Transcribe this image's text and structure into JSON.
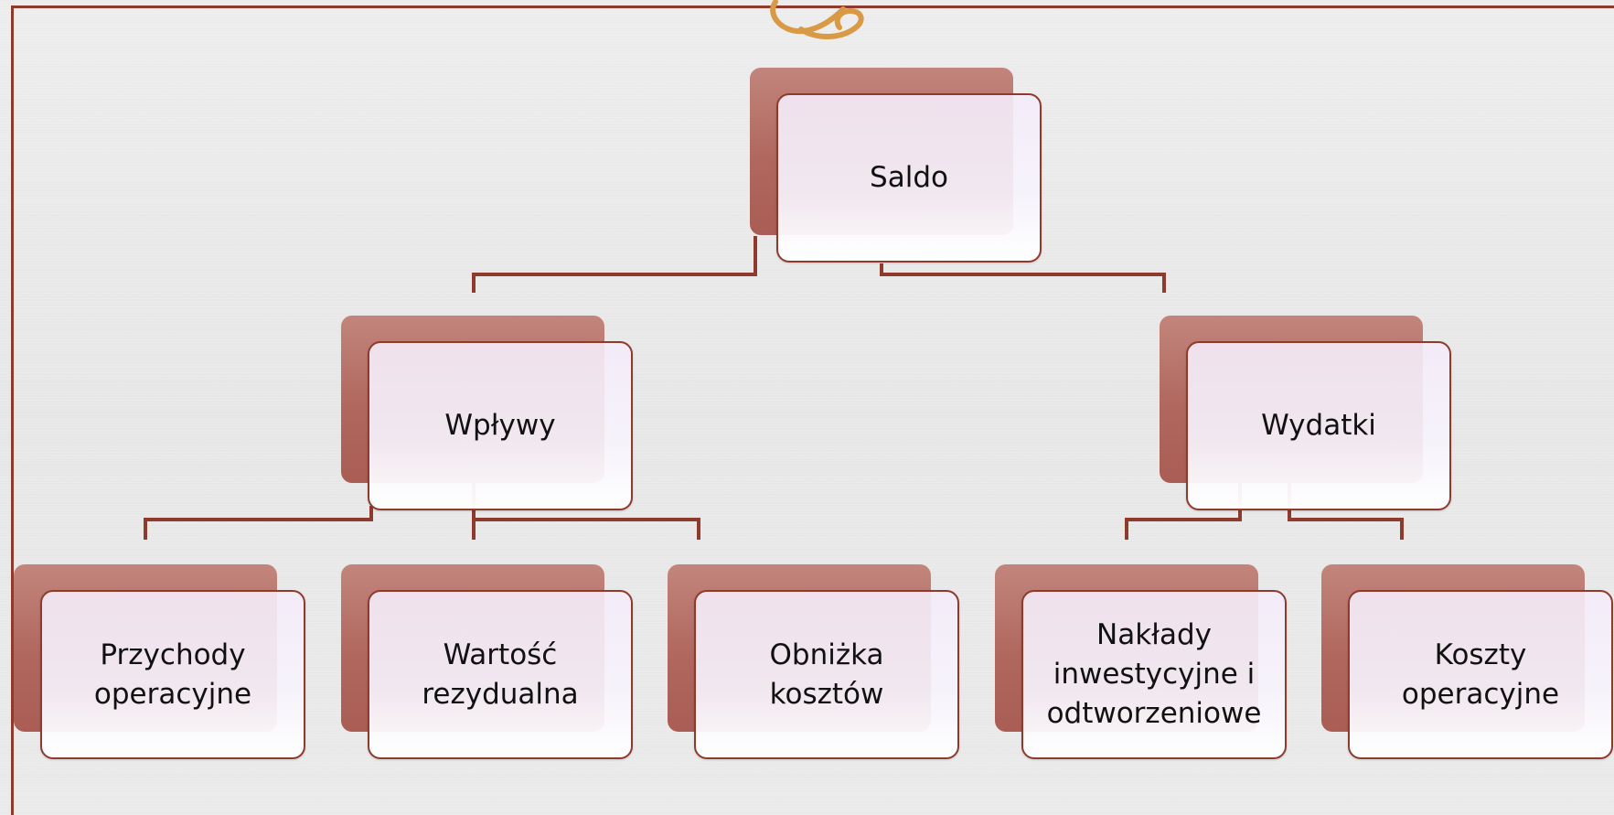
{
  "diagram": {
    "root": {
      "label": "Saldo"
    },
    "level1": [
      {
        "label": "Wpływy"
      },
      {
        "label": "Wydatki"
      }
    ],
    "level2": [
      {
        "label": "Przychody\noperacyjne"
      },
      {
        "label": "Wartość\nrezydualna"
      },
      {
        "label": "Obniżka\nkosztów"
      },
      {
        "label": "Nakłady\ninwestycyjne i\nodtworzeniowe"
      },
      {
        "label": "Koszty\noperacyjne"
      }
    ]
  },
  "colors": {
    "frame": "#8e3b2e",
    "card_shadow": "#b0675e",
    "ornament": "#d99a45"
  }
}
